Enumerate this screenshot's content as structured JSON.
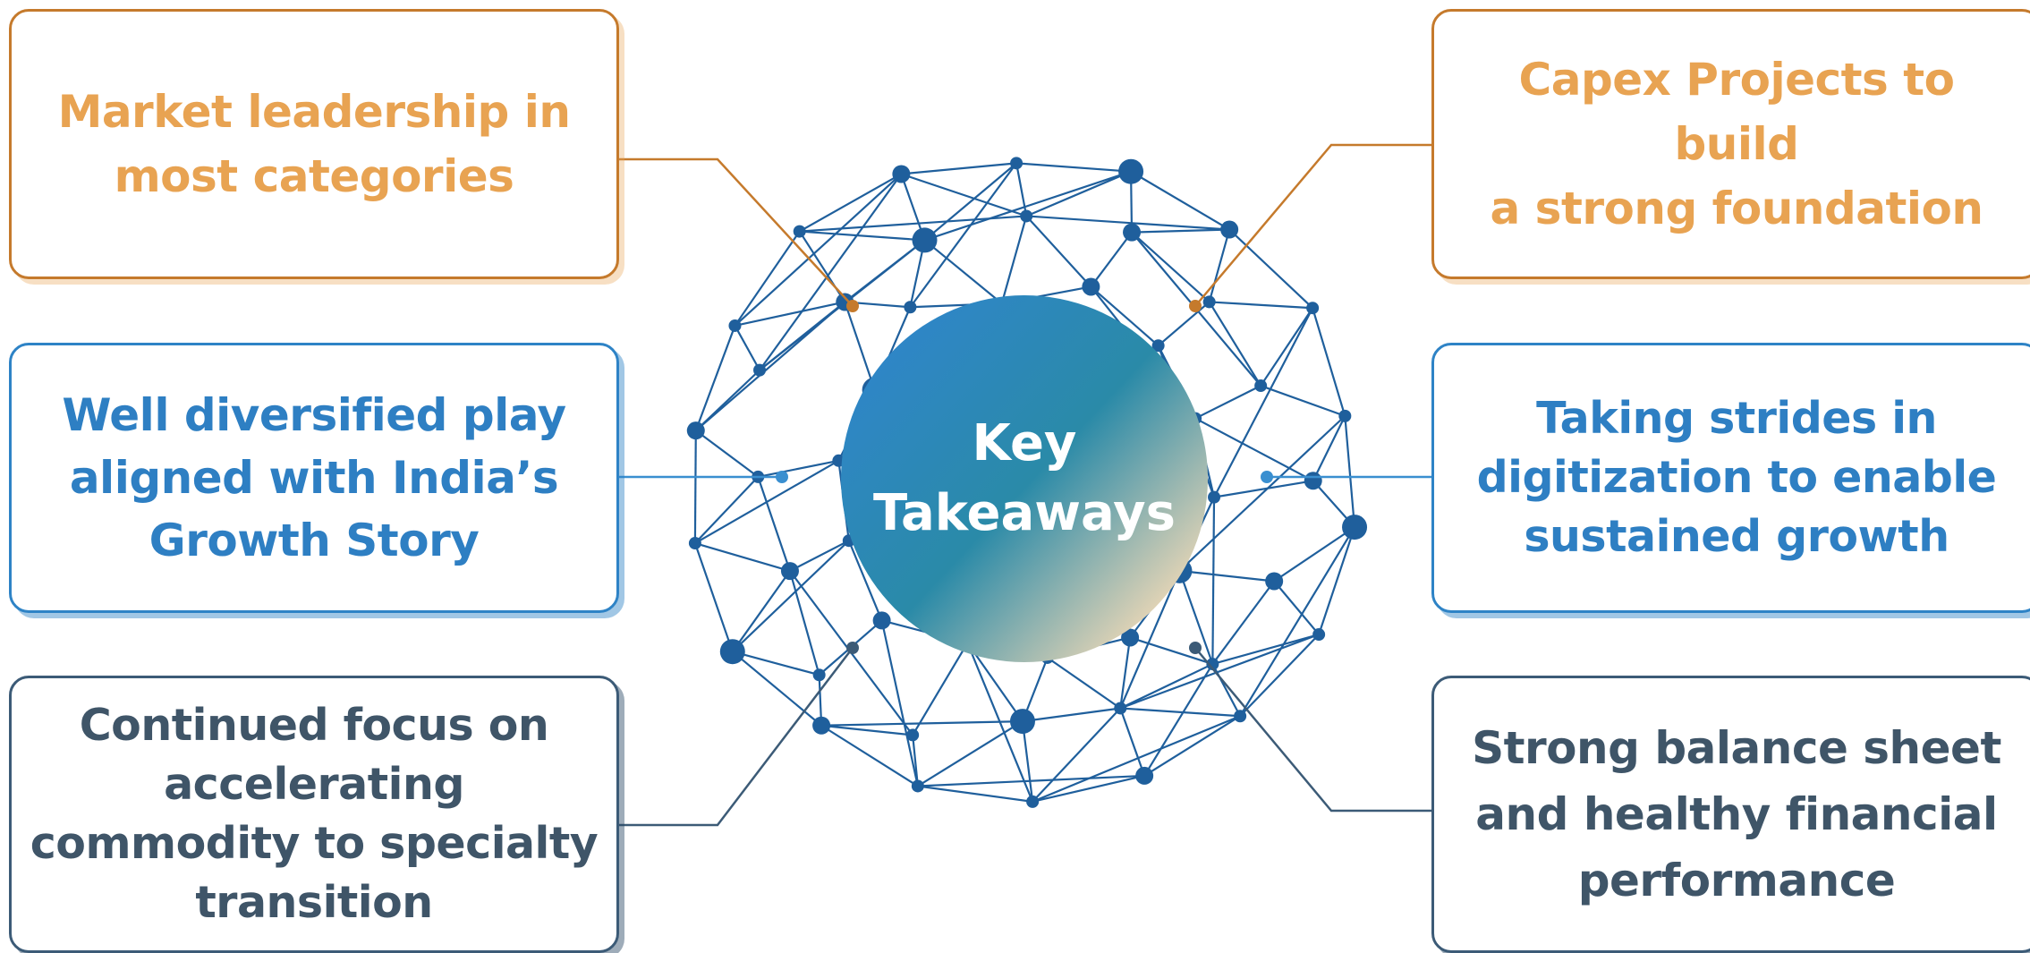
{
  "center": {
    "title": "Key\nTakeaways"
  },
  "takeaways": [
    {
      "text": "Market leadership in\nmost categories",
      "color": "#e8a352"
    },
    {
      "text": "Capex Projects to build\na strong foundation",
      "color": "#e8a352"
    },
    {
      "text": "Well diversified play\naligned with India’s\nGrowth Story",
      "color": "#2e7fc3"
    },
    {
      "text": "Taking strides in\ndigitization to enable\nsustained growth",
      "color": "#2e7fc3"
    },
    {
      "text": "Continued focus on\naccelerating\ncommodity to specialty\ntransition",
      "color": "#3f5568"
    },
    {
      "text": "Strong balance sheet\nand healthy financial\nperformance",
      "color": "#3f5568"
    }
  ],
  "colors": {
    "network": "#1f5f9c",
    "orange_connector": "#c57a2c",
    "blue_connector": "#3a8fd0",
    "navy_connector": "#3c5b77",
    "circle_gradient": [
      "#2f86c8",
      "#2a8aa8",
      "#f7dcb7"
    ]
  }
}
